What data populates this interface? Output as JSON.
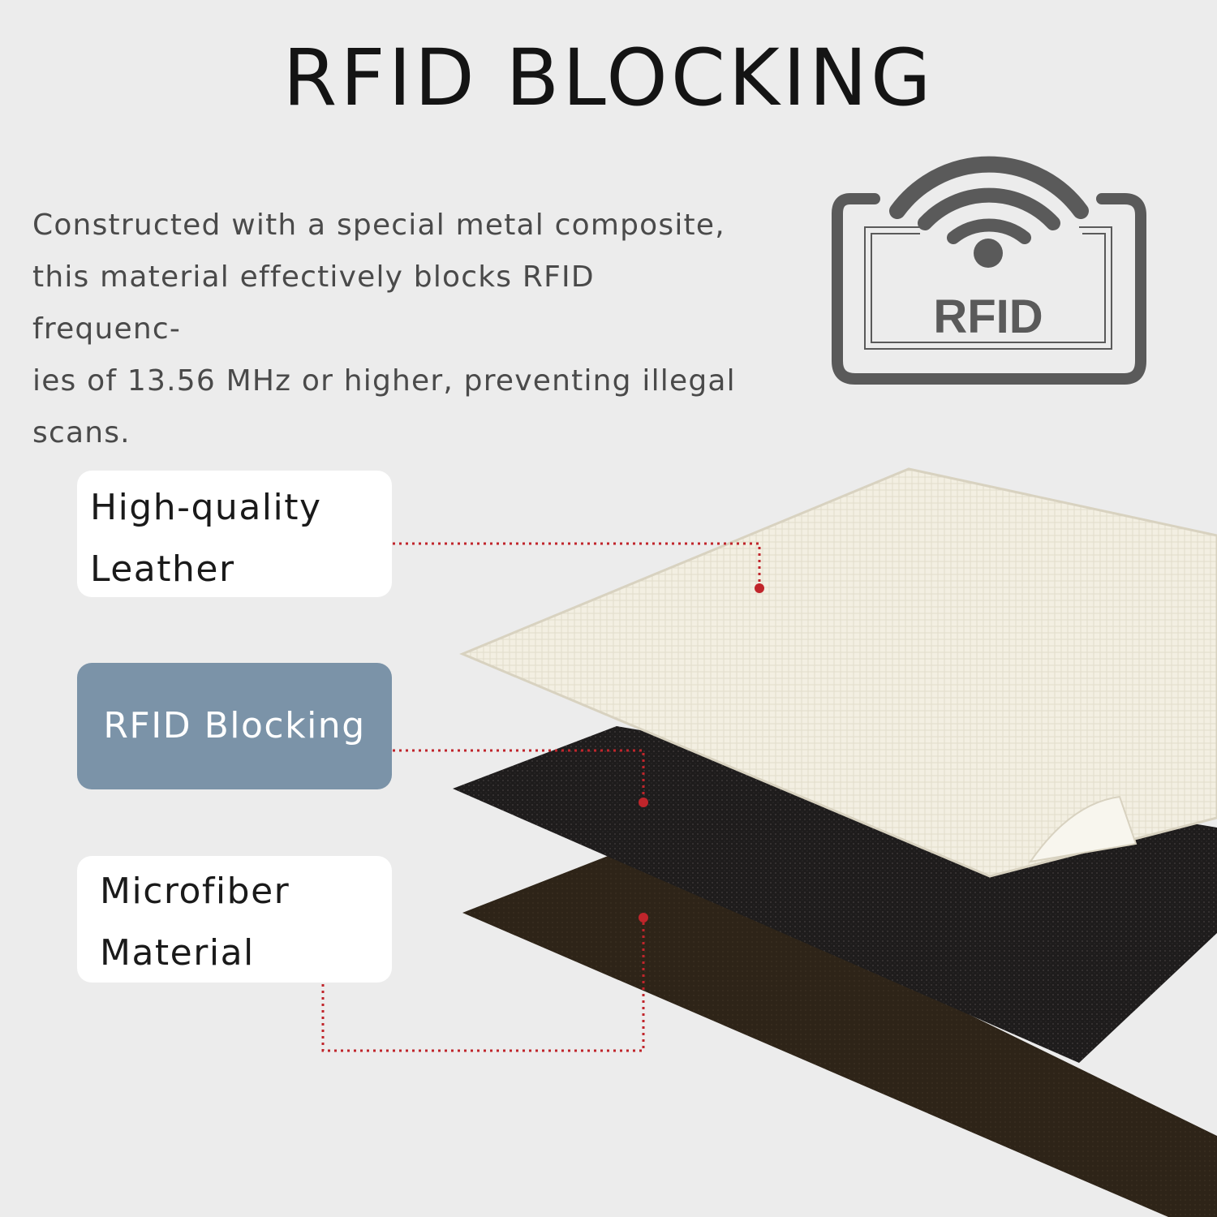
{
  "title": "RFID BLOCKING",
  "description": "Constructed with a special metal composite, this material effectively blocks RFID frequencies of 13.56 MHz or higher, preventing illegal scans.",
  "description_lines": [
    "Constructed with a special metal composite,",
    "this material effectively blocks RFID frequenc-",
    "ies of 13.56 MHz or higher, preventing illegal",
    "scans."
  ],
  "badge": {
    "text": "RFID",
    "icon": "rfid-signal-icon",
    "color": "#5a5a5a"
  },
  "layers": [
    {
      "label_lines": [
        "High-quality",
        "Leather"
      ],
      "style": "white"
    },
    {
      "label_lines": [
        "RFID Blocking"
      ],
      "style": "blue"
    },
    {
      "label_lines": [
        "Microfiber",
        "Material"
      ],
      "style": "white"
    }
  ],
  "colors": {
    "background": "#ececec",
    "accent_blue": "#7b93a8",
    "connector_red": "#c0252b",
    "leather_layer": "#f3efe2",
    "rfid_layer": "#1c1a1a",
    "microfiber_layer": "#2e2418"
  }
}
